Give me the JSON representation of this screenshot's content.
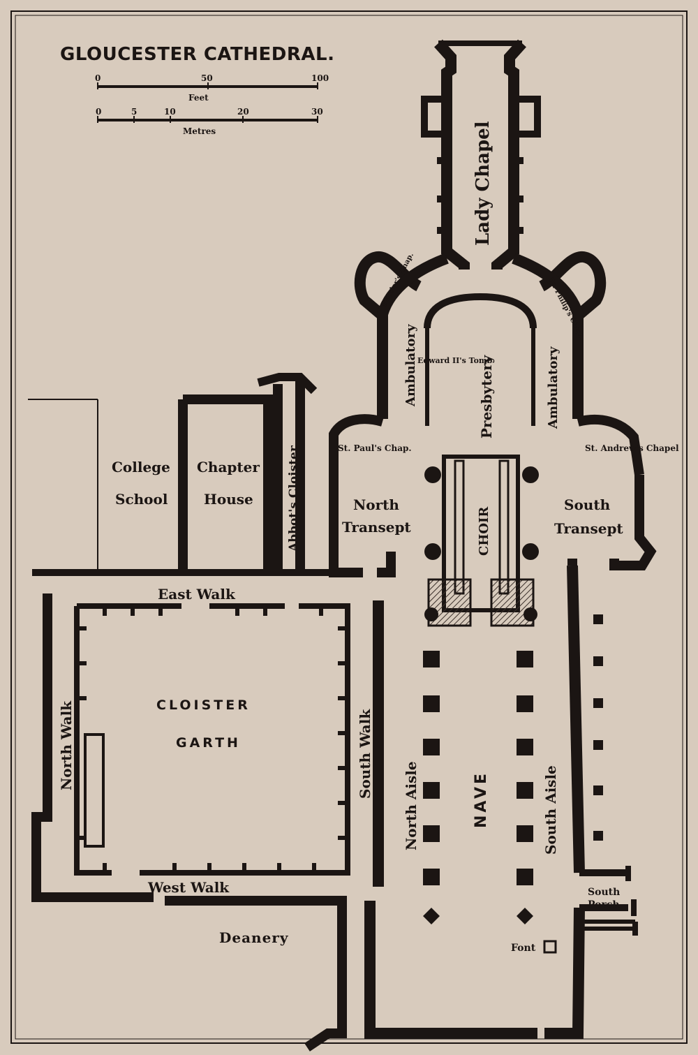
{
  "title": "GLOUCESTER CATHEDRAL.",
  "scale": {
    "feet": {
      "unit": "Feet",
      "ticks": [
        "0",
        "50",
        "100"
      ]
    },
    "metres": {
      "unit": "Metres",
      "ticks": [
        "0",
        "5",
        "10",
        "20",
        "30"
      ]
    }
  },
  "labels": {
    "lady_chapel": "Lady Chapel",
    "boteler_chap": "Boteler's Chap.",
    "st_philip_chap": "St. Philip's Chap.",
    "edward_tomb": "Edward II's Tomb",
    "presbytery": "Presbytery",
    "ambulatory_n": "Ambulatory",
    "ambulatory_s": "Ambulatory",
    "st_paul_chap": "St. Paul's Chap.",
    "st_andrew_chapel": "St. Andrew's Chapel",
    "college": "College",
    "school": "School",
    "chapter": "Chapter",
    "house": "House",
    "abbots_cloister": "Abbot's Cloister",
    "north": "North",
    "transept_n": "Transept",
    "south": "South",
    "transept_s": "Transept",
    "choir": "CHOIR",
    "east_walk": "East Walk",
    "cloister": "CLOISTER",
    "garth": "GARTH",
    "north_walk": "North Walk",
    "south_walk": "South Walk",
    "west_walk": "West Walk",
    "north_aisle": "North Aisle",
    "nave": "NAVE",
    "south_aisle": "South Aisle",
    "south_porch_1": "South",
    "south_porch_2": "Porch",
    "deanery": "Deanery",
    "font": "Font"
  },
  "colors": {
    "paper": "#d8cbbd",
    "ink": "#1b1513",
    "hatch": "#5a4c44"
  }
}
